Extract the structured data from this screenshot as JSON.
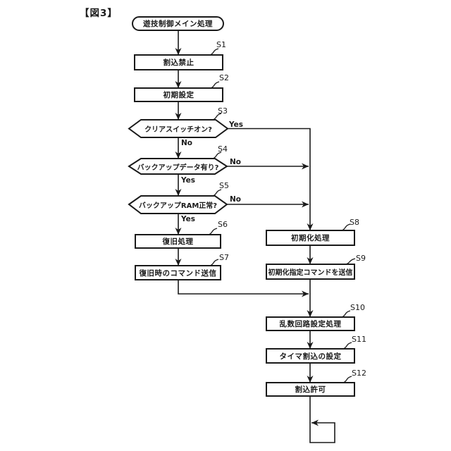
{
  "figure": {
    "label": "【図3】"
  },
  "flowchart": {
    "start": {
      "label": "遊技制御メイン処理"
    },
    "steps": [
      {
        "id": "S1",
        "type": "process",
        "label": "割込禁止"
      },
      {
        "id": "S2",
        "type": "process",
        "label": "初期設定"
      },
      {
        "id": "S3",
        "type": "decision",
        "label": "クリアスイッチオン?"
      },
      {
        "id": "S4",
        "type": "decision",
        "label": "バックアップデータ有り?"
      },
      {
        "id": "S5",
        "type": "decision",
        "label": "バックアップRAM正常?"
      },
      {
        "id": "S6",
        "type": "process",
        "label": "復旧処理"
      },
      {
        "id": "S7",
        "type": "process",
        "label": "復旧時のコマンド送信"
      },
      {
        "id": "S8",
        "type": "process",
        "label": "初期化処理"
      },
      {
        "id": "S9",
        "type": "process",
        "label": "初期化指定コマンドを送信"
      },
      {
        "id": "S10",
        "type": "process",
        "label": "乱数回路設定処理"
      },
      {
        "id": "S11",
        "type": "process",
        "label": "タイマ割込の設定"
      },
      {
        "id": "S12",
        "type": "process",
        "label": "割込許可"
      }
    ],
    "branches": {
      "s3_yes": "Yes",
      "s3_no": "No",
      "s4_yes": "Yes",
      "s4_no": "No",
      "s5_yes": "Yes",
      "s5_no": "No"
    }
  },
  "colors": {
    "line": "#1a1a1a",
    "background": "#ffffff",
    "text": "#1a1a1a"
  }
}
